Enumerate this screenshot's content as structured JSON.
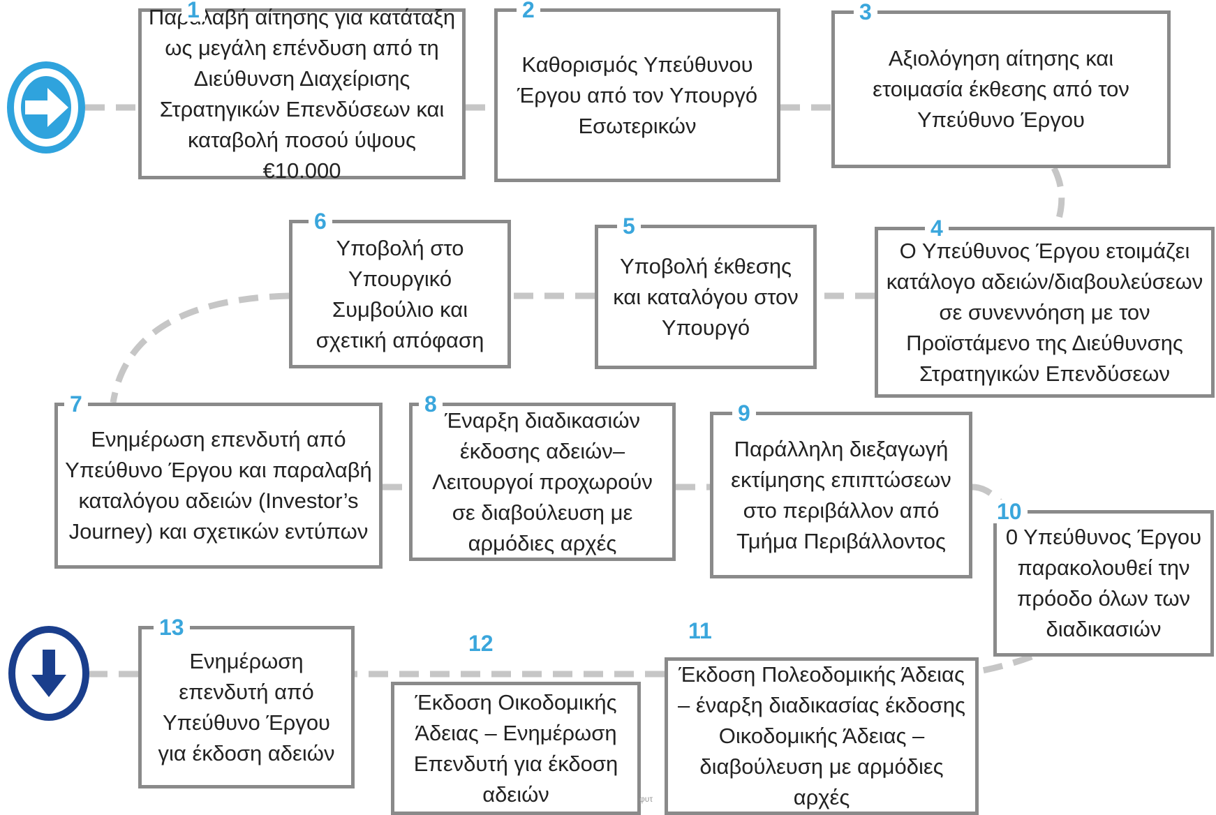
{
  "colors": {
    "box_border": "#8a8a8a",
    "connector": "#c6c6c6",
    "number": "#3aa6dc",
    "start_icon": "#2fa3dd",
    "end_icon": "#1a3e8c"
  },
  "icons": {
    "start": "right-arrow-circle-icon",
    "end": "down-arrow-circle-icon"
  },
  "steps": [
    {
      "number": "1",
      "text": "Παραλαβή αίτησης για κατάταξη ως μεγάλη επένδυση από τη Διεύθυνση Διαχείρισης Στρατηγικών Επενδύσεων και καταβολή ποσού ύψους €10.000"
    },
    {
      "number": "2",
      "text": "Καθορισμός Υπεύθυνου Έργου από τον Υπουργό Εσωτερικών"
    },
    {
      "number": "3",
      "text": "Αξιολόγηση αίτησης και ετοιμασία έκθεσης από τον Υπεύθυνο Έργου"
    },
    {
      "number": "4",
      "text": "Ο Υπεύθυνος Έργου ετοιμάζει κατάλογο αδειών/διαβουλεύσεων σε συνεννόηση με τον Προϊστάμενο της Διεύθυνσης Στρατηγικών Επενδύσεων"
    },
    {
      "number": "5",
      "text": "Υποβολή έκθεσης και καταλόγου στον Υπουργό"
    },
    {
      "number": "6",
      "text": "Υποβολή στο Υπουργικό Συμβούλιο και σχετική απόφαση"
    },
    {
      "number": "7",
      "text": "Ενημέρωση επενδυτή από Υπεύθυνο Έργου και παραλαβή καταλόγου αδειών (Investor’s Journey) και σχετικών εντύπων"
    },
    {
      "number": "8",
      "text": "Έναρξη διαδικασιών έκδοσης αδειών– Λειτουργοί προχωρούν σε διαβούλευση με αρμόδιες αρχές"
    },
    {
      "number": "9",
      "text": "Παράλληλη διεξαγωγή εκτίμησης επιπτώσεων στο περιβάλλον από Τμήμα Περιβάλλοντος"
    },
    {
      "number": "10",
      "text": "0 Υπεύθυνος Έργου παρακολουθεί την πρόοδο όλων των διαδικασιών"
    },
    {
      "number": "11",
      "text": "Έκδοση Πολεοδομικής Άδειας – έναρξη διαδικασίας έκδοσης Οικοδομικής Άδειας – διαβούλευση με αρμόδιες αρχές"
    },
    {
      "number": "12",
      "text": "Έκδοση Οικοδομικής Άδειας – Ενημέρωση Επενδυτή για έκδοση αδειών"
    },
    {
      "number": "13",
      "text": "Ενημέρωση επενδυτή από Υπεύθυνο Έργου για έκδοση αδειών"
    }
  ],
  "footer_fragment": "φυτ"
}
